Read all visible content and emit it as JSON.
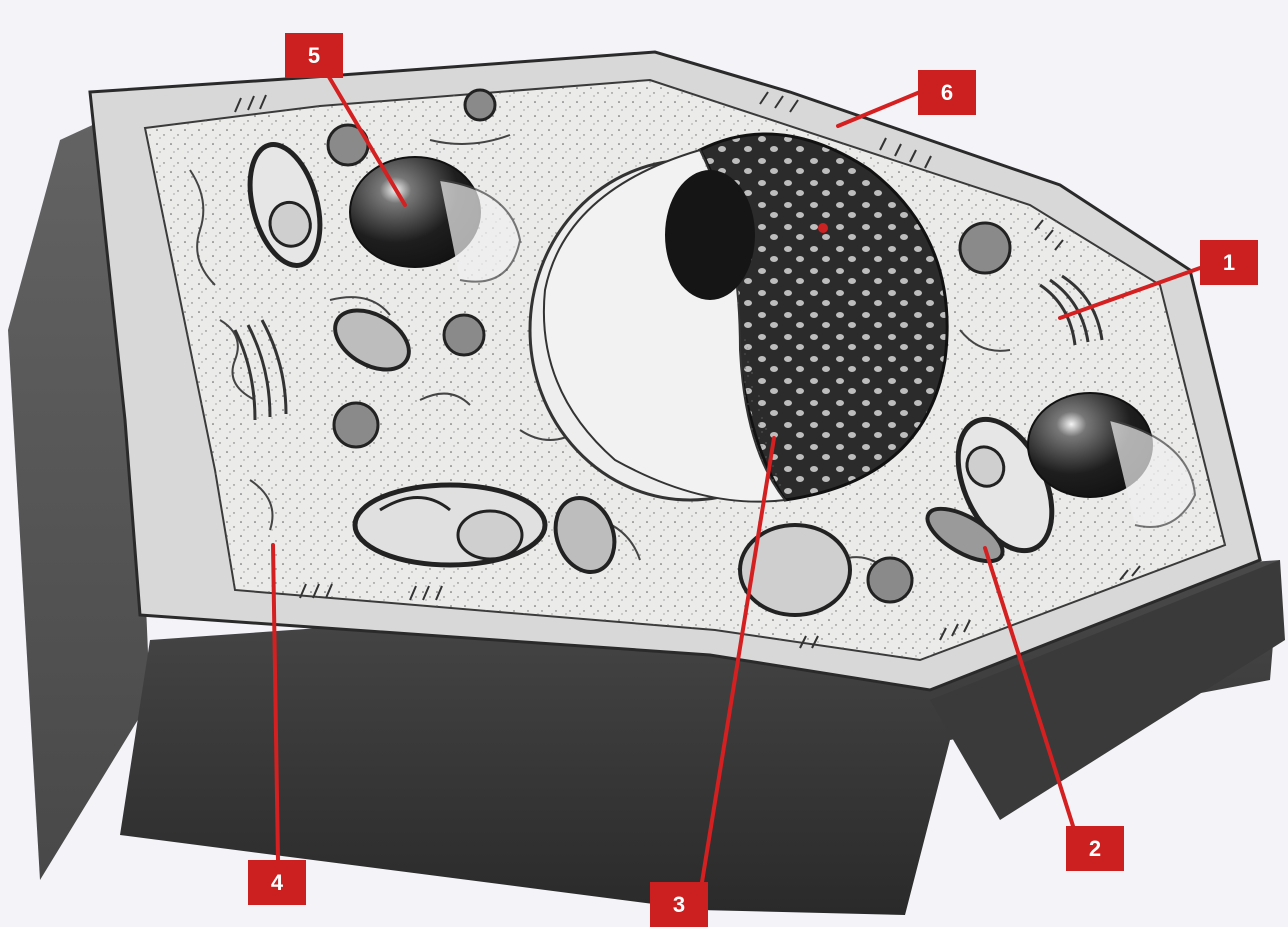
{
  "colors": {
    "label_bg": "#cc1f1f",
    "leader_line": "#d42020",
    "ink": "#1c1c1c",
    "paper": "#f3f3f8",
    "cell_surface": "#ebebea"
  },
  "labels": [
    {
      "id": "label-1",
      "text": "1"
    },
    {
      "id": "label-2",
      "text": "2"
    },
    {
      "id": "label-3",
      "text": "3"
    },
    {
      "id": "label-4",
      "text": "4"
    },
    {
      "id": "label-5",
      "text": "5"
    },
    {
      "id": "label-6",
      "text": "6"
    }
  ]
}
